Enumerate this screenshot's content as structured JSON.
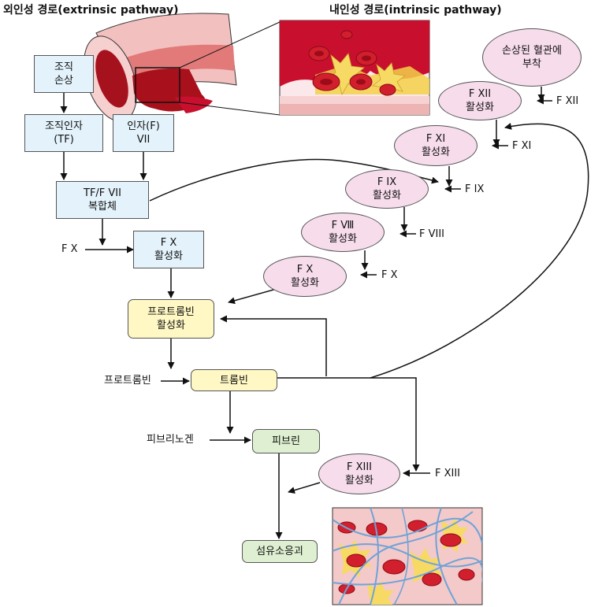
{
  "titles": {
    "extrinsic": "외인성 경로(extrinsic pathway)",
    "intrinsic": "내인성 경로(intrinsic pathway)"
  },
  "extrinsic": {
    "tissue_damage": [
      "조직",
      "손상"
    ],
    "tissue_factor": [
      "조직인자",
      "(TF)"
    ],
    "factor_vii": [
      "인자(F)",
      "VII"
    ],
    "tf_vii_complex": [
      "TF/F VII",
      "복합체"
    ],
    "fx_input": "F X",
    "fx_activation": [
      "F X",
      "활성화"
    ]
  },
  "intrinsic": {
    "vessel_attachment": [
      "손상된 혈관에",
      "부착"
    ],
    "steps": [
      {
        "line1": "F XII",
        "line2": "활성화",
        "input": "F XII"
      },
      {
        "line1": "F XI",
        "line2": "활성화",
        "input": "F XI"
      },
      {
        "line1": "F IX",
        "line2": "활성화",
        "input": "F IX"
      },
      {
        "line1": "F Ⅷ",
        "line2": "활성화",
        "input": "F VIII"
      },
      {
        "line1": "F X",
        "line2": "활성화",
        "input": "F X"
      }
    ]
  },
  "common": {
    "prothrombin_activation": [
      "프로트롬빈",
      "활성화"
    ],
    "prothrombin_input": "프로트롬빈",
    "thrombin": "트롬빈",
    "fibrinogen_input": "피브리노겐",
    "fibrin": "피브린",
    "fxiii_activation": [
      "F XIII",
      "활성화"
    ],
    "fxiii_input": "F XIII",
    "fibrin_clot": "섬유소응괴"
  },
  "colors": {
    "extrinsic_box": "#e3f2fb",
    "intrinsic_oval": "#f7dcec",
    "common_box": "#fff8c4",
    "fibrin_box": "#dff0d2",
    "blood_red": "#c8102e",
    "platelet_yellow": "#f3d04a",
    "fibrin_blue": "#6fa3d8"
  }
}
